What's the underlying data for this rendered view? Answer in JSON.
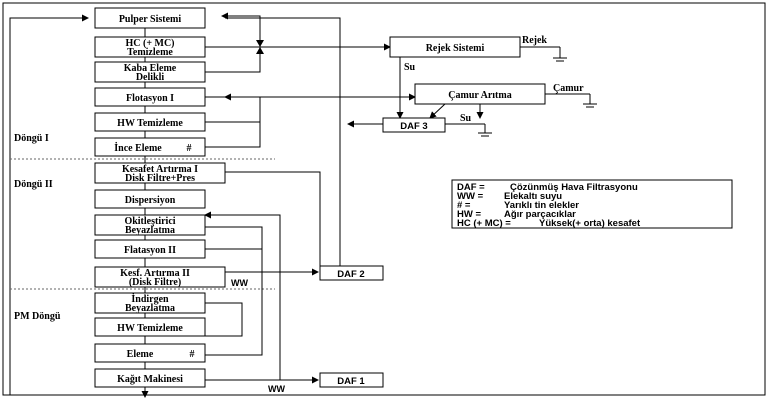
{
  "title": "",
  "process_steps": [
    {
      "id": "pulper",
      "lines": [
        "Pulper Sistemi"
      ]
    },
    {
      "id": "hc",
      "lines": [
        "HC (+ MC)",
        "Temizleme"
      ]
    },
    {
      "id": "kaba",
      "lines": [
        "Kaba Eleme",
        "Delikli"
      ]
    },
    {
      "id": "flot1",
      "lines": [
        "Flotasyon I"
      ]
    },
    {
      "id": "hw1",
      "lines": [
        "HW Temizleme"
      ]
    },
    {
      "id": "ince",
      "lines": [
        "İnce Eleme",
        "#"
      ]
    },
    {
      "id": "kes1",
      "lines": [
        "Kesafet Artırma I",
        "Disk Filtre+Pres"
      ]
    },
    {
      "id": "disp",
      "lines": [
        "Dispersiyon"
      ]
    },
    {
      "id": "oks",
      "lines": [
        "Okitleştirici",
        "Beyazlatma"
      ]
    },
    {
      "id": "flot2",
      "lines": [
        "Flatasyon II"
      ]
    },
    {
      "id": "kes2",
      "lines": [
        "Kesf. Artırma II",
        "(Disk Filtre)"
      ]
    },
    {
      "id": "ind",
      "lines": [
        "İndirgen",
        "Beyazlatma"
      ]
    },
    {
      "id": "hw2",
      "lines": [
        "HW Temizleme"
      ]
    },
    {
      "id": "eleme",
      "lines": [
        "Eleme",
        "#"
      ]
    },
    {
      "id": "kagit",
      "lines": [
        "Kağıt Makinesi"
      ]
    }
  ],
  "side_units": [
    {
      "id": "rejek",
      "label": "Rejek Sistemi"
    },
    {
      "id": "camur",
      "label": "Çamur Arıtma"
    },
    {
      "id": "daf3",
      "label": "DAF 3"
    },
    {
      "id": "daf2",
      "label": "DAF 2"
    },
    {
      "id": "daf1",
      "label": "DAF 1"
    }
  ],
  "outputs": {
    "rejek": "Rejek",
    "camur": "Çamur",
    "su_rejek": "Su",
    "su_daf3": "Su",
    "ww_daf2": "WW",
    "ww_daf1": "WW"
  },
  "loops": [
    "Döngü I",
    "Döngü II",
    "PM Döngü"
  ],
  "legend": [
    {
      "key": "DAF =",
      "value": "Çözünmüş Hava Filtrasyonu"
    },
    {
      "key": "WW =",
      "value": "Elekaltı suyu"
    },
    {
      "key": "# =",
      "value": "Yarıklı tin elekler"
    },
    {
      "key": "HW =",
      "value": "Ağır parçacıklar"
    },
    {
      "key": "HC (+ MC) =",
      "value": "Yüksek(+ orta) kesafet"
    }
  ]
}
